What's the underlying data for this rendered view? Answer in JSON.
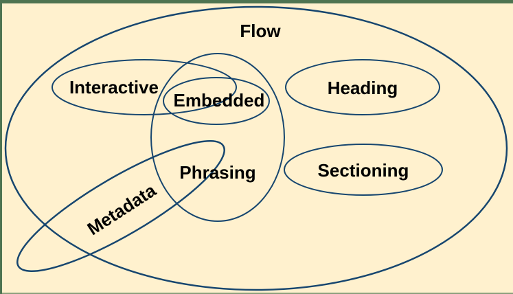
{
  "diagram": {
    "type": "euler-venn",
    "subject": "content-category-sets",
    "sets": [
      {
        "id": "flow",
        "label": "Flow"
      },
      {
        "id": "interactive",
        "label": "Interactive"
      },
      {
        "id": "embedded",
        "label": "Embedded"
      },
      {
        "id": "heading",
        "label": "Heading"
      },
      {
        "id": "phrasing",
        "label": "Phrasing"
      },
      {
        "id": "sectioning",
        "label": "Sectioning"
      },
      {
        "id": "metadata",
        "label": "Metadata"
      }
    ],
    "relations": [
      "Interactive, Embedded, Heading, Phrasing and Sectioning lie inside Flow",
      "Embedded overlaps Interactive and sits mostly inside Phrasing",
      "Metadata crosses Phrasing and extends outside Flow at the bottom-left"
    ],
    "colors": {
      "page_background": "#FFF1CE",
      "frame_border": "#4E7451",
      "flow_fill": "#CEDFF0",
      "ellipse_stroke": "#17466F",
      "label_text": "#000000"
    }
  }
}
